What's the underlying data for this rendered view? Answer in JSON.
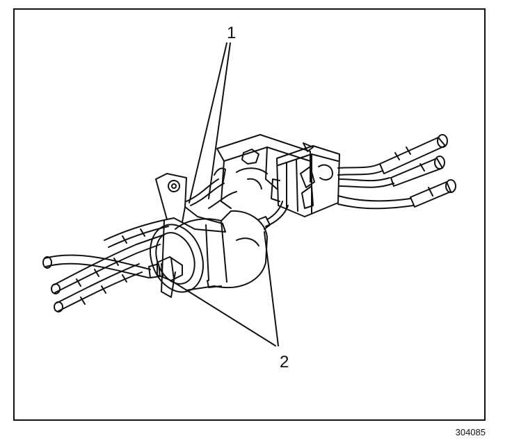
{
  "figure": {
    "callouts": [
      {
        "label": "1"
      },
      {
        "label": "2"
      }
    ],
    "figure_number": "304085"
  },
  "colors": {
    "line": "#111111",
    "background": "#ffffff"
  }
}
